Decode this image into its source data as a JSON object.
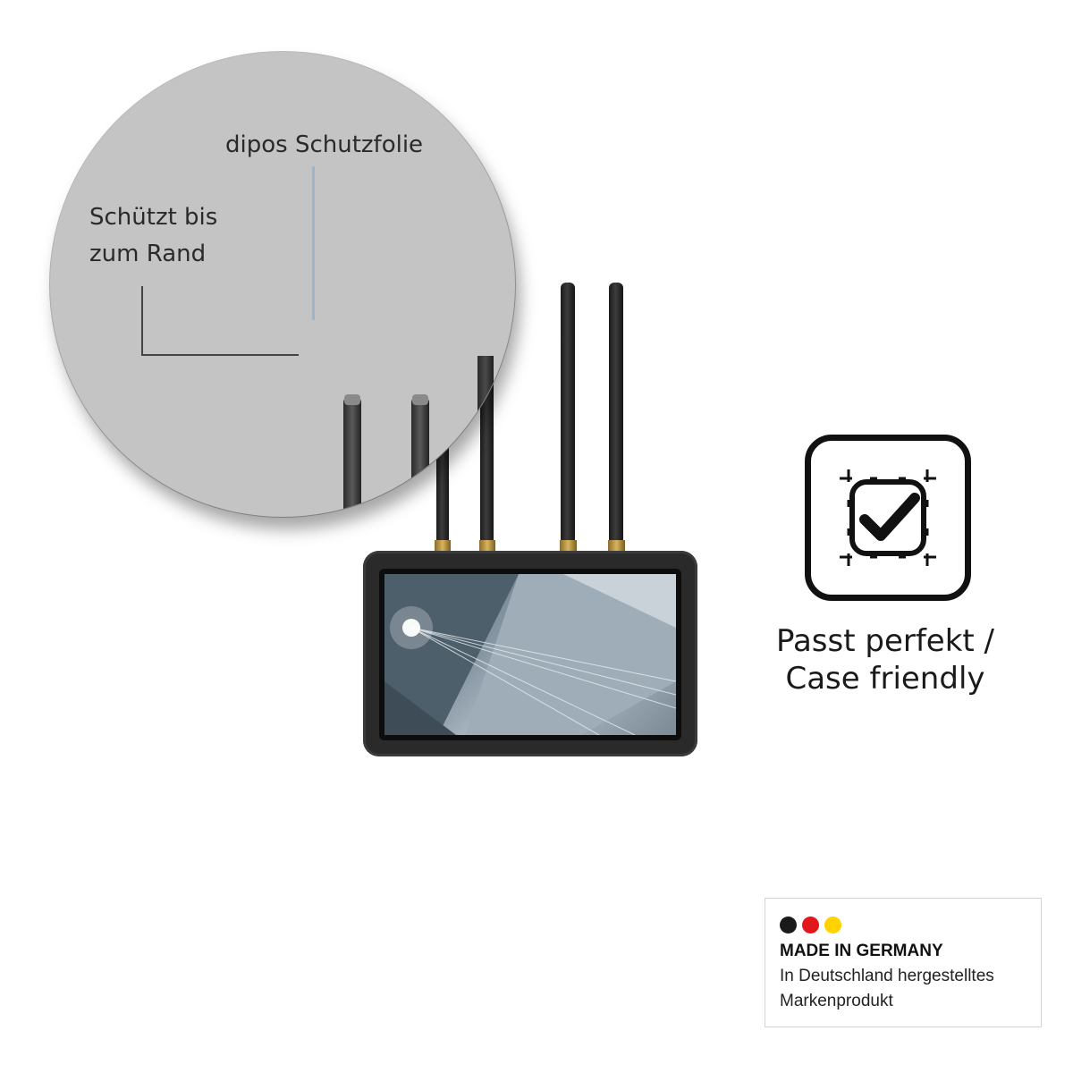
{
  "zoom": {
    "label_film": "dipos Schutzfolie",
    "label_edge_line1": "Schützt bis",
    "label_edge_line2": "zum Rand"
  },
  "feature": {
    "icon": "check-in-frame-icon",
    "caption_line1": "Passt perfekt /",
    "caption_line2": "Case friendly"
  },
  "made_in_germany": {
    "dot_colors": [
      "#1a1a1a",
      "#e2161b",
      "#ffd200"
    ],
    "title": "MADE IN GERMANY",
    "line1": "In Deutschland hergestelltes",
    "line2": "Markenprodukt"
  },
  "colors": {
    "film_line": "#9fb4c4",
    "edge_line": "#444444"
  }
}
